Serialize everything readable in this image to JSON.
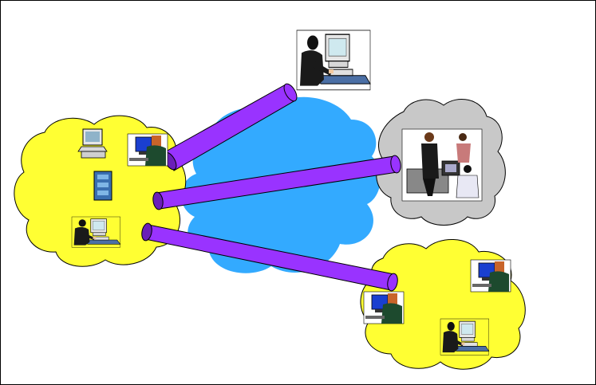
{
  "diagram": {
    "kind": "network-topology",
    "texts": []
  },
  "colors": {
    "border": "#000000",
    "site_cloud": "#ffff33",
    "network_cloud": "#33aaff",
    "remote_cloud": "#c8c8c8",
    "tunnel": "#9933ff",
    "tunnel_dark": "#6a1fb8"
  },
  "nodes": [
    {
      "id": "main-site",
      "shape": "cloud",
      "icons": [
        "desktop-computer-icon",
        "person-at-computer-icon",
        "server-tower-icon",
        "person-at-workstation-icon"
      ]
    },
    {
      "id": "network",
      "shape": "cloud",
      "icons": []
    },
    {
      "id": "remote-user",
      "shape": "image",
      "icons": [
        "person-at-workstation-icon"
      ]
    },
    {
      "id": "remote-office",
      "shape": "cloud",
      "icons": [
        "office-team-icon"
      ]
    },
    {
      "id": "branch-site",
      "shape": "cloud",
      "icons": [
        "person-at-computer-icon",
        "person-at-computer-icon",
        "person-at-workstation-icon"
      ]
    }
  ],
  "connections": [
    {
      "from": "main-site",
      "to": "remote-user",
      "style": "tunnel"
    },
    {
      "from": "main-site",
      "to": "remote-office",
      "style": "tunnel"
    },
    {
      "from": "main-site",
      "to": "branch-site",
      "style": "tunnel"
    }
  ]
}
